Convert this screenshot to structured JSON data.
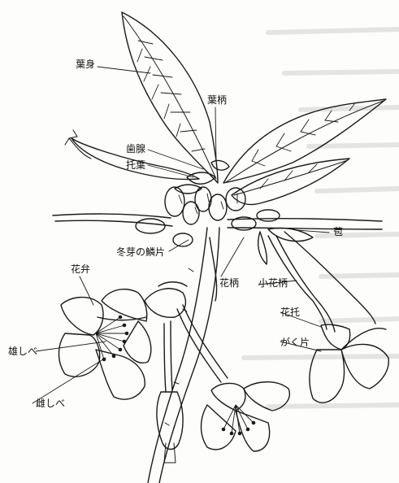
{
  "diagram": {
    "labels": {
      "blade": "葉身",
      "petiole": "葉柄",
      "gland": "歯腺",
      "stipule": "托葉",
      "bract": "苞",
      "bud_scale": "冬芽の鱗片",
      "petal": "花弁",
      "peduncle": "花柄",
      "pedicel": "小花柄",
      "receptacle": "花托",
      "sepal": "がく片",
      "stamen": "雄しべ",
      "pistil": "雌しべ"
    }
  }
}
